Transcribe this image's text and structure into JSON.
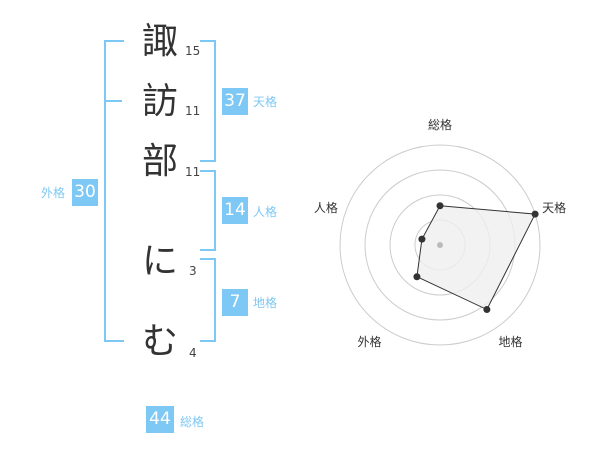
{
  "name_chars": [
    {
      "char": "諏",
      "strokes": "15"
    },
    {
      "char": "訪",
      "strokes": "11"
    },
    {
      "char": "部",
      "strokes": "11"
    },
    {
      "char": "に",
      "strokes": "3"
    },
    {
      "char": "む",
      "strokes": "4"
    }
  ],
  "fortune": {
    "tenkaku": {
      "value": "37",
      "label": "天格"
    },
    "jinkaku": {
      "value": "14",
      "label": "人格"
    },
    "chikaku": {
      "value": "7",
      "label": "地格"
    },
    "gaikaku": {
      "value": "30",
      "label": "外格"
    },
    "soukaku": {
      "value": "44",
      "label": "総格"
    }
  },
  "chart_data": {
    "type": "radar",
    "axes": [
      "総格",
      "天格",
      "地格",
      "外格",
      "人格"
    ],
    "values": [
      2,
      5,
      4,
      2,
      1
    ],
    "max": 5,
    "rings": 4,
    "colors": {
      "fill": "#efefef",
      "stroke": "#333333",
      "point": "#333333",
      "center": "#bbbbbb"
    }
  },
  "colors": {
    "accent": "#7ec8f5",
    "text": "#333333"
  }
}
